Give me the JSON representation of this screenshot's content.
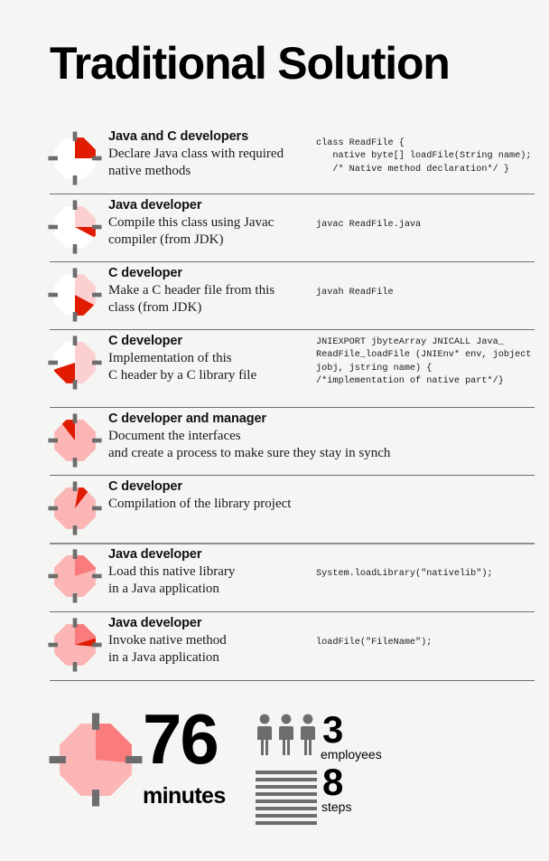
{
  "title": "Traditional Solution",
  "colors": {
    "background": "#f5f5f3",
    "red": "#e01b00",
    "pink_light": "#fbb5b5",
    "pink_pale": "#fcd0d0",
    "salmon": "#f97b7b",
    "tick_gray": "#6d6d6d",
    "separator": "#6e6e6e"
  },
  "steps": [
    {
      "role": "Java and C developers",
      "description": "Declare Java class with required\nnative methods",
      "code": "class ReadFile {\n   native byte[] loadFile(String name);\n   /* Native method declaration*/ }",
      "clock": {
        "prior_end": 0,
        "new_end": 90,
        "base": "white",
        "accent": "red"
      }
    },
    {
      "role": "Java developer",
      "description": "Compile this class using Javac\ncompiler (from JDK)",
      "code": "javac ReadFile.java",
      "clock": {
        "prior_end": 90,
        "new_end": 118,
        "base": "white",
        "accent": "red"
      }
    },
    {
      "role": "C developer",
      "description": "Make a C header file from this\nclass (from JDK)",
      "code": "javah ReadFile",
      "clock": {
        "prior_end": 118,
        "new_end": 180,
        "base": "white",
        "accent": "red"
      }
    },
    {
      "role": "C developer",
      "description": "Implementation of this\nC header by a C library file",
      "code": "JNIEXPORT jbyteArray JNICALL Java_\nReadFile_loadFile (JNIEnv* env, jobject\njobj, jstring name) {\n/*implementation of native part*/}",
      "clock": {
        "prior_end": 180,
        "new_end": 252,
        "base": "white",
        "accent": "red"
      }
    },
    {
      "role": "C developer and manager",
      "description": "Document the interfaces\nand create a process to make sure they stay in synch",
      "code": "",
      "clock": {
        "prior_end": 322,
        "new_end": 360,
        "base": "pink",
        "accent": "red"
      }
    },
    {
      "role": "C developer",
      "description": "Compilation of the library project",
      "code": "",
      "clock": {
        "prior_end": 10,
        "new_end": 38,
        "base": "pink",
        "accent": "red"
      }
    },
    {
      "role": "Java developer",
      "description": "Load this native library\nin a Java application",
      "code": "System.loadLibrary(\"nativelib\");",
      "clock": {
        "prior_end": 0,
        "new_end": 72,
        "base": "pink",
        "accent": "salmon"
      }
    },
    {
      "role": "Java developer",
      "description": "Invoke native method\nin a Java application",
      "code": "loadFile(\"FileName\");",
      "clock": {
        "prior_end": 72,
        "new_end": 95,
        "base": "pink",
        "accent": "red",
        "salmon_to": 72
      }
    }
  ],
  "summary": {
    "minutes_value": "76",
    "minutes_label": "minutes",
    "employees_value": "3",
    "employees_label": "employees",
    "steps_value": "8",
    "steps_label": "steps",
    "people_icon_count": 3,
    "bar_count": 8,
    "big_clock": {
      "prior_end": 0,
      "new_end": 95,
      "base": "pink",
      "accent": "salmon"
    }
  }
}
